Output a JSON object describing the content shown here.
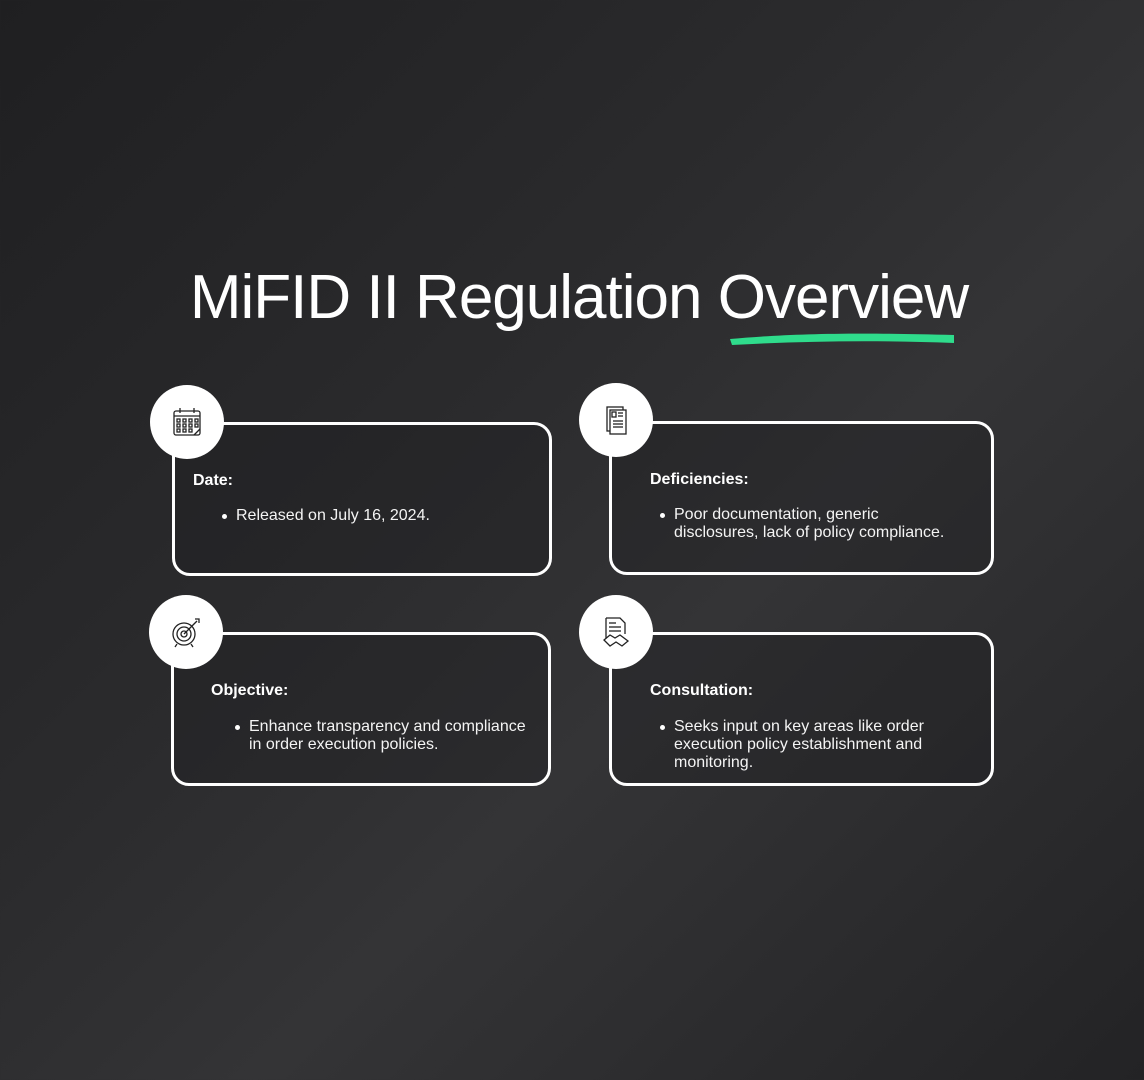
{
  "title": {
    "main": "MiFID II Regulation",
    "highlight": "Overview",
    "accent": "#2fdc8c"
  },
  "cards": [
    {
      "icon": "calendar-icon",
      "heading": "Date:",
      "bullet": "Released on July 16, 2024."
    },
    {
      "icon": "documents-icon",
      "heading": "Deficiencies:",
      "bullet": "Poor documentation, generic disclosures, lack of policy compliance."
    },
    {
      "icon": "target-icon",
      "heading": "Objective:",
      "bullet": "Enhance transparency and compliance in order execution policies."
    },
    {
      "icon": "agreement-handshake-icon",
      "heading": "Consultation:",
      "bullet": "Seeks input on key areas like order execution policy establishment and monitoring."
    }
  ]
}
